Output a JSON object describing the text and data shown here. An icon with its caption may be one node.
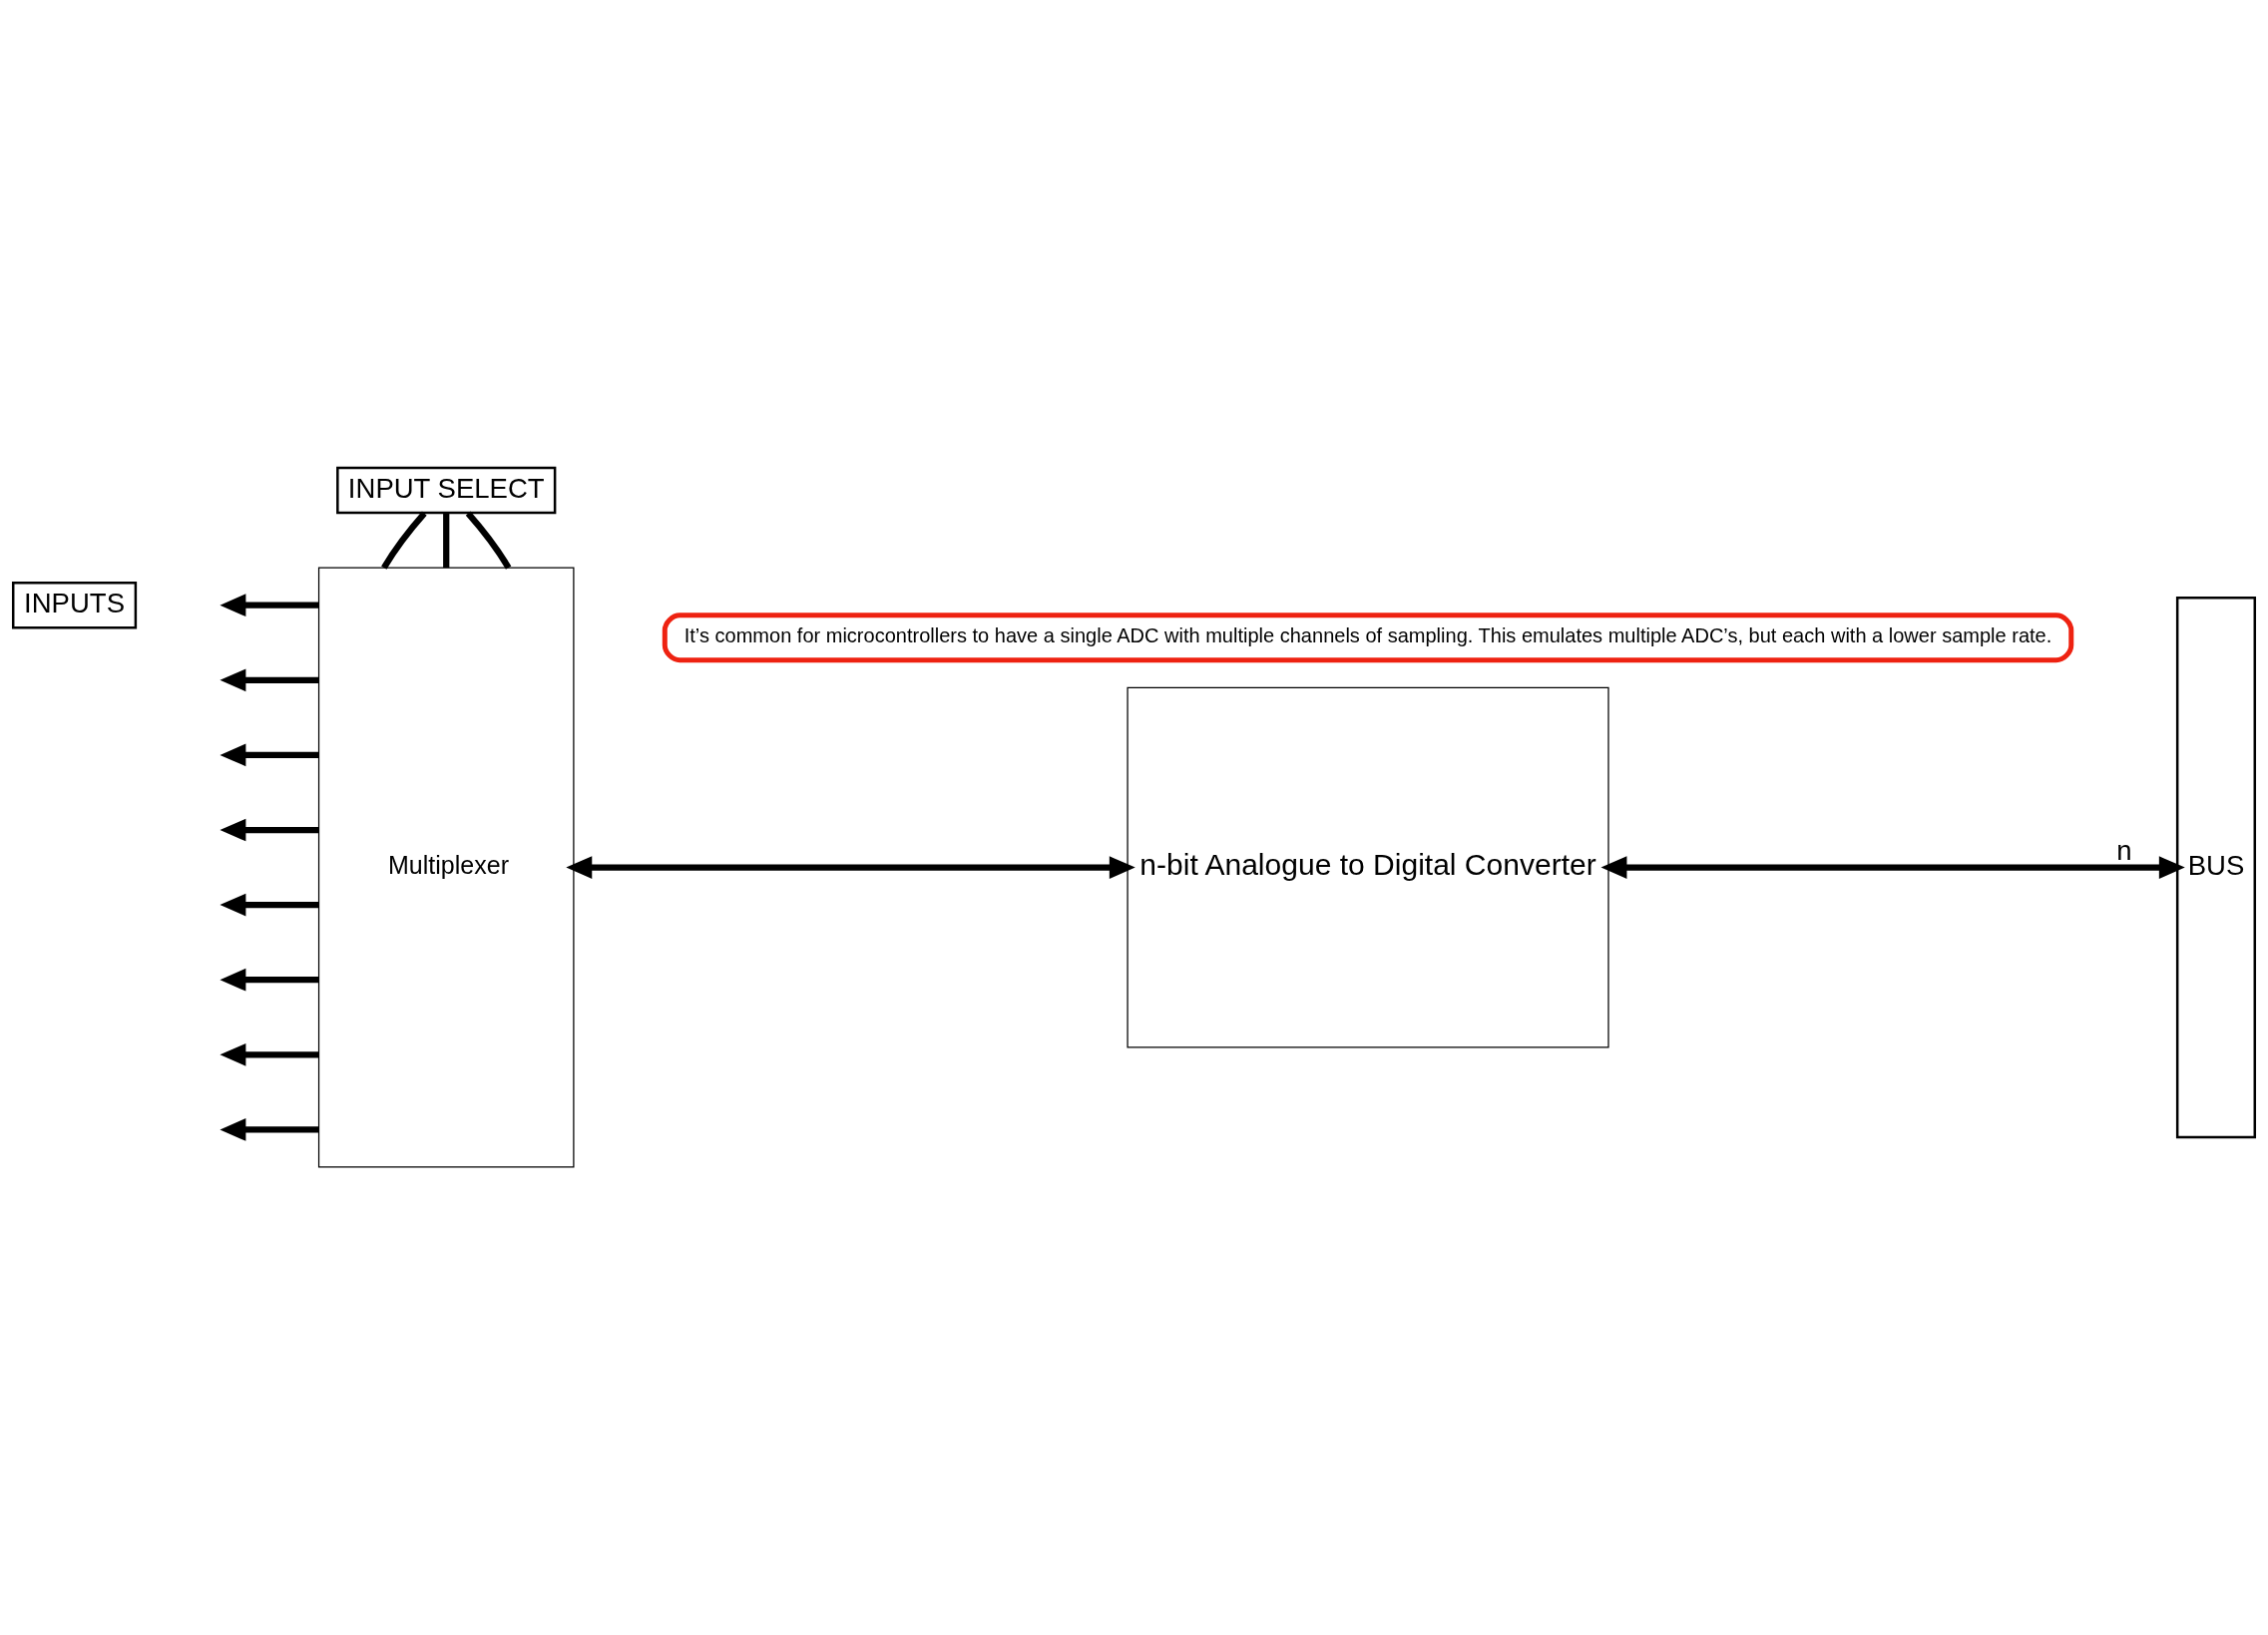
{
  "diagram": {
    "nodes": [
      {
        "text": [
          "INPUT SELECT"
        ]
      },
      {
        "text": [
          "Multiplexer"
        ]
      },
      {
        "text": [
          "n-bit Analogue to Digital Converter"
        ]
      },
      {
        "text": [
          "It’s common for microcontrollers to have a single ADC with multiple channels of sampling. This emulates multiple ADC’s, but each with a lower sample rate."
        ]
      },
      {
        "text": [
          "BUS"
        ]
      }
    ],
    "edges": [
      {
        "from": 0,
        "to": 1,
        "arrow": "none"
      },
      {
        "from": 0,
        "to": 1,
        "arrow": "none"
      },
      {
        "from": 0,
        "to": 1,
        "arrow": "none"
      },
      {
        "from": 1,
        "to": null,
        "arrow": "to"
      },
      {
        "from": 1,
        "to": null,
        "arrow": "to"
      },
      {
        "from": 1,
        "to": null,
        "arrow": "to"
      },
      {
        "from": 1,
        "to": null,
        "arrow": "to"
      },
      {
        "from": 1,
        "to": null,
        "arrow": "to"
      },
      {
        "from": 1,
        "to": null,
        "arrow": "to"
      },
      {
        "from": 1,
        "to": null,
        "arrow": "to"
      },
      {
        "from": 1,
        "to": null,
        "arrow": "to"
      },
      {
        "from": 1,
        "to": 2,
        "arrow": "both"
      },
      {
        "from": 2,
        "to": 4,
        "arrow": "both",
        "label": "n"
      }
    ],
    "labels": [
      "INPUTS"
    ]
  }
}
